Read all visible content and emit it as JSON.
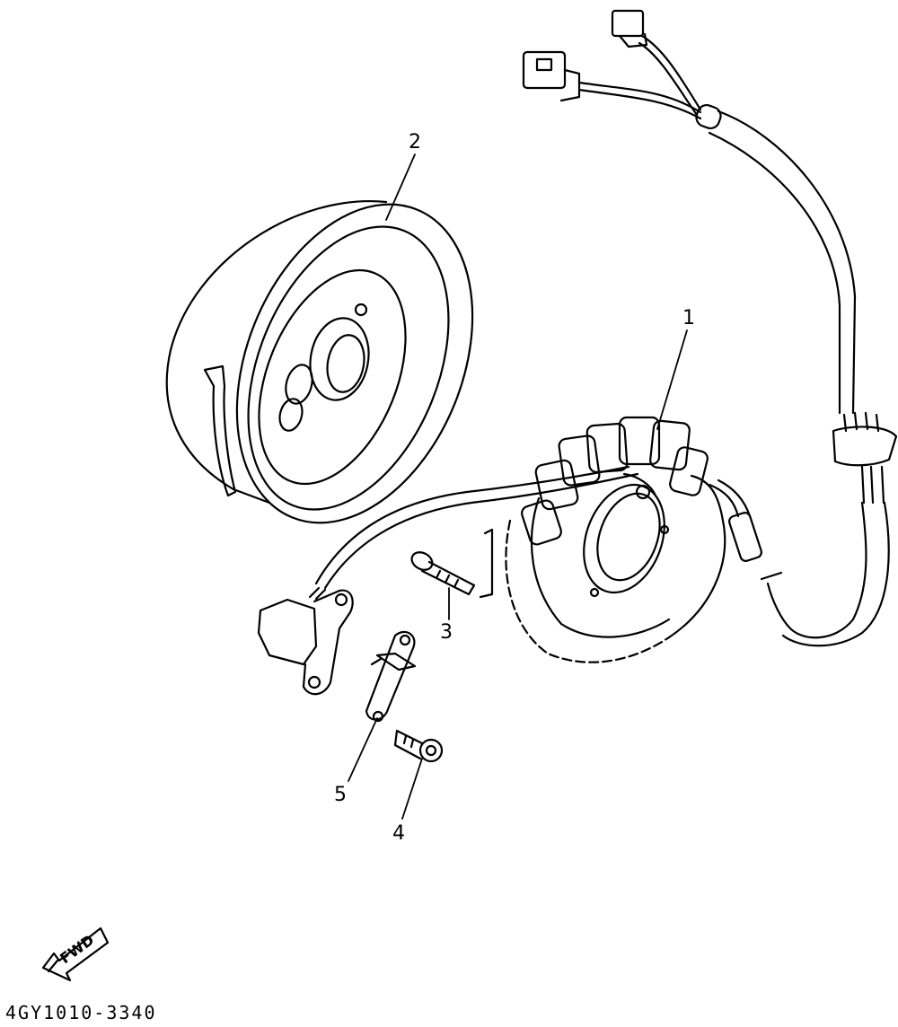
{
  "callouts": [
    {
      "id": "1",
      "text": "1"
    },
    {
      "id": "2",
      "text": "2"
    },
    {
      "id": "3",
      "text": "3"
    },
    {
      "id": "4",
      "text": "4"
    },
    {
      "id": "5",
      "text": "5"
    }
  ],
  "fwd_arrow": {
    "label": "FWD"
  },
  "part_number": "4GY1010-3340"
}
